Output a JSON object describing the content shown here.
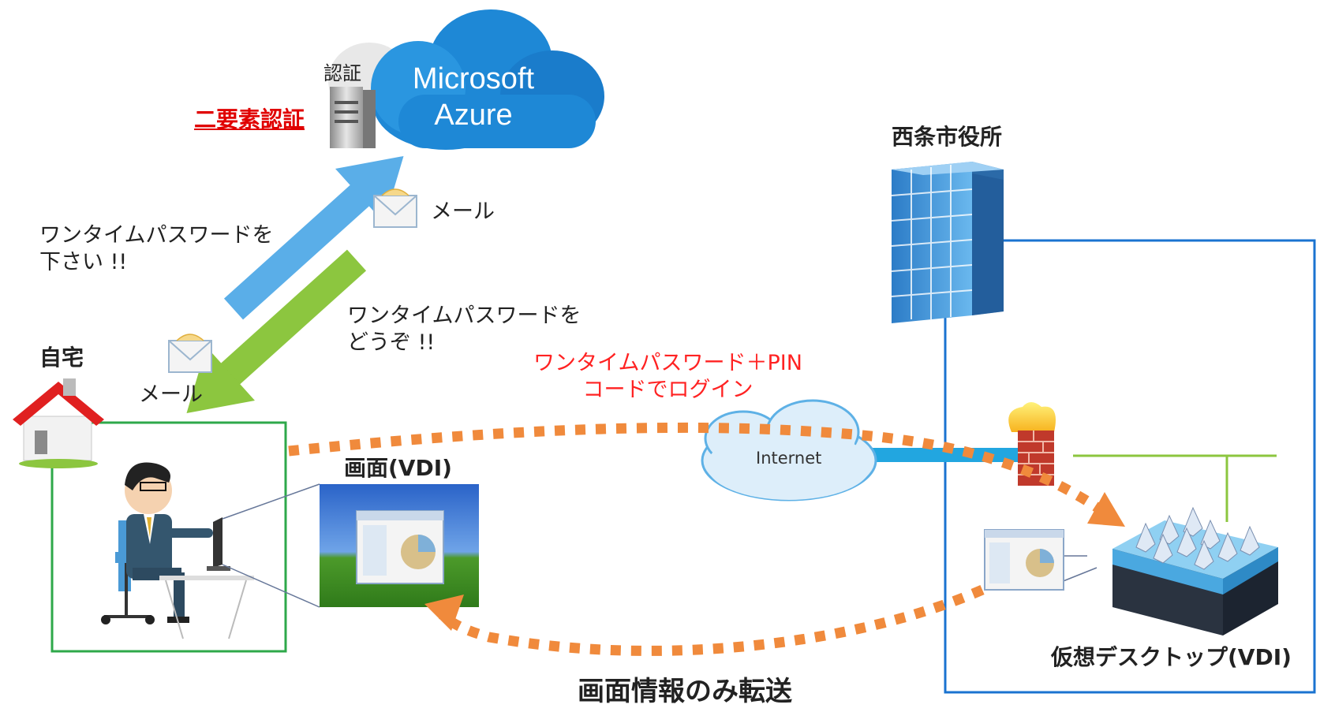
{
  "cloud": {
    "brand_line1": "Microsoft",
    "brand_line2": "Azure",
    "auth_label": "認証"
  },
  "two_factor_label": "二要素認証",
  "mail_label_top": "メール",
  "mail_label_bottom": "メール",
  "request_text": {
    "line1": "ワンタイムパスワードを",
    "line2": "下さい !!"
  },
  "response_text": {
    "line1": "ワンタイムパスワードを",
    "line2": "どうぞ !!"
  },
  "login_text": {
    "line1": "ワンタイムパスワード＋PIN",
    "line2": "コードでログイン"
  },
  "home_label": "自宅",
  "screen_label": "画面(VDI)",
  "internet_label": "Internet",
  "city_hall_label": "西条市役所",
  "vdi_label": "仮想デスクトップ(VDI)",
  "transfer_label": "画面情報のみ転送",
  "colors": {
    "azure_cloud": "#1e88d6",
    "request_arrow": "#5aaee8",
    "response_arrow": "#8cc63f",
    "dotted_path": "#f08a3c",
    "home_frame": "#2ea84a",
    "office_frame": "#1a73d0",
    "red_text": "#ff2222"
  },
  "icons": [
    "server-icon",
    "mail-icon",
    "house-icon",
    "person-icon",
    "building-icon",
    "firewall-icon",
    "vdi-server-icon",
    "monitor-icon"
  ]
}
